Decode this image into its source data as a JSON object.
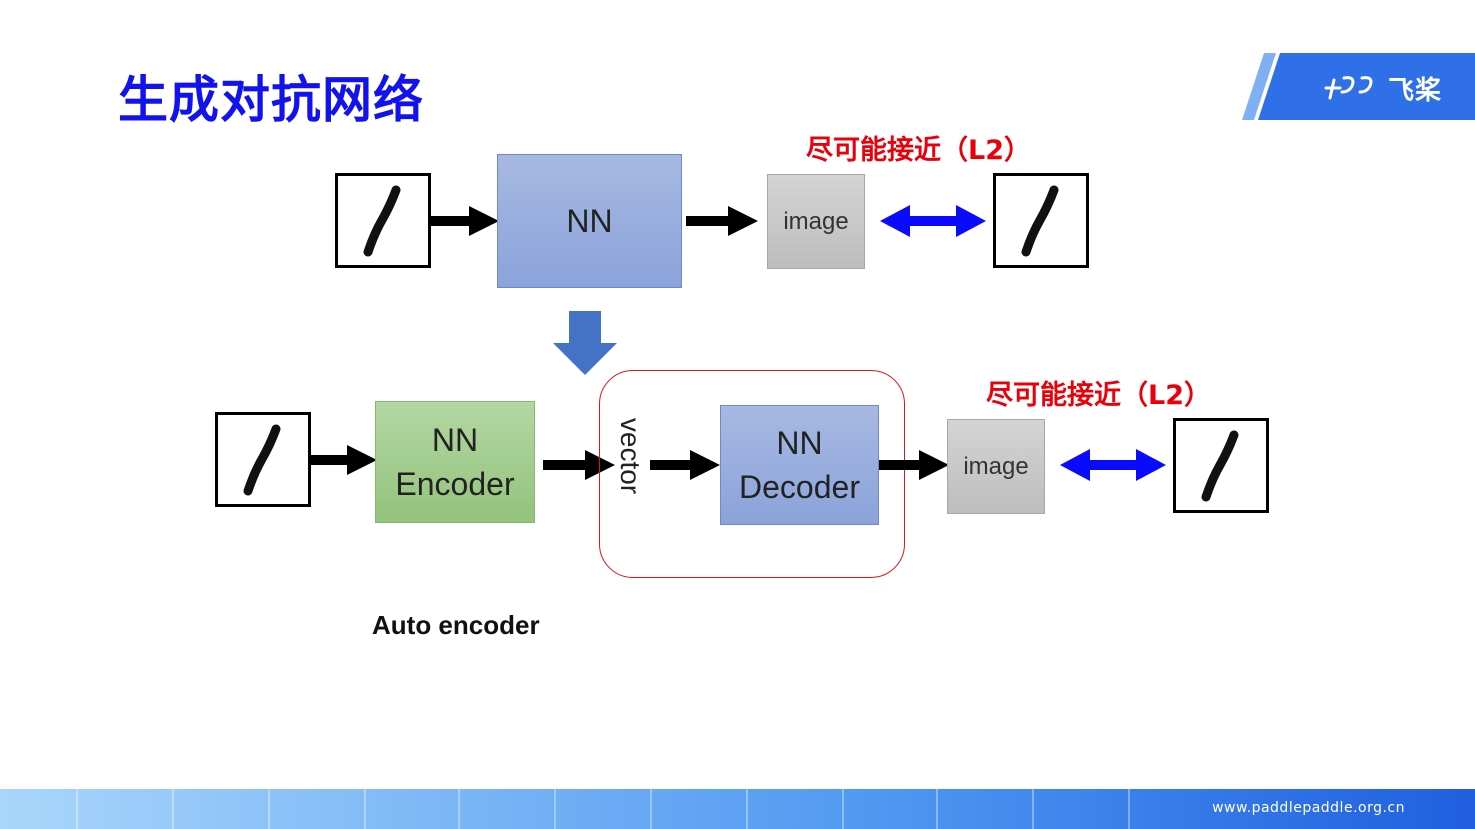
{
  "slide": {
    "title": "生成对抗网络",
    "logo_text": "飞桨",
    "caption": "Auto encoder",
    "footer_url": "www.paddlepaddle.org.cn"
  },
  "diagram": {
    "top": {
      "nn_label": "NN",
      "image_label": "image",
      "compare_label": "尽可能接近（L2）"
    },
    "bottom": {
      "encoder_label_line1": "NN",
      "encoder_label_line2": "Encoder",
      "vector_label": "vector",
      "decoder_label_line1": "NN",
      "decoder_label_line2": "Decoder",
      "image_label": "image",
      "compare_label": "尽可能接近（L2）"
    }
  },
  "colors": {
    "title": "#1212ee",
    "highlight_red": "#e8000b",
    "double_arrow_blue": "#0a0aff",
    "down_arrow_blue": "#4472c4",
    "nn_blue": "#8ba3db",
    "encoder_green": "#93c37c",
    "image_gray": "#c4c4c4"
  }
}
